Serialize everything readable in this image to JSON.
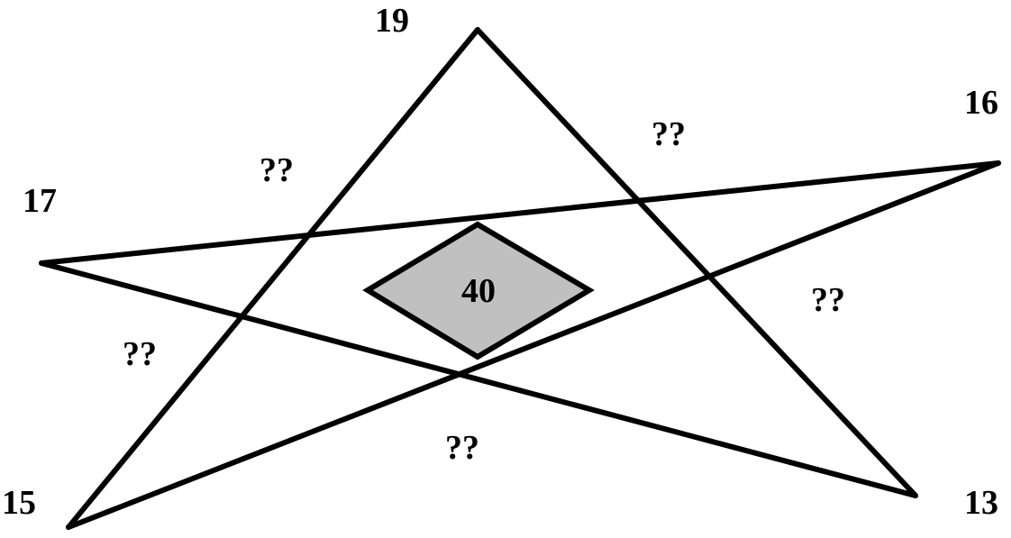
{
  "vertices": {
    "top": "19",
    "upper_right": "16",
    "upper_left": "17",
    "lower_left": "15",
    "lower_right": "13"
  },
  "center": {
    "value": "40",
    "fill": "#c0c0c0"
  },
  "unknowns": {
    "upper_left": "??",
    "upper_right": "??",
    "left": "??",
    "right": "??",
    "bottom": "??"
  },
  "colors": {
    "stroke": "#000000",
    "background": "#ffffff"
  }
}
